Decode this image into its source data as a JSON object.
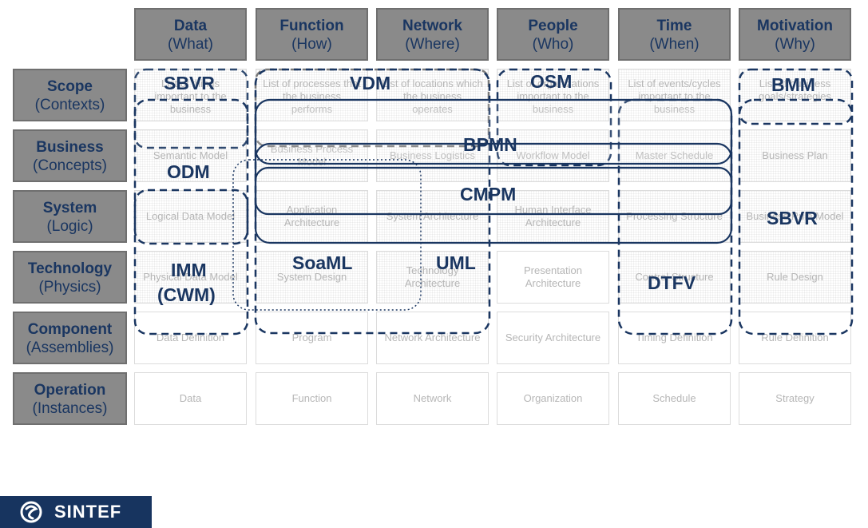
{
  "columns": [
    {
      "title": "Data",
      "sub": "(What)"
    },
    {
      "title": "Function",
      "sub": "(How)"
    },
    {
      "title": "Network",
      "sub": "(Where)"
    },
    {
      "title": "People",
      "sub": "(Who)"
    },
    {
      "title": "Time",
      "sub": "(When)"
    },
    {
      "title": "Motivation",
      "sub": "(Why)"
    }
  ],
  "rows": [
    {
      "title": "Scope",
      "sub": "(Contexts)"
    },
    {
      "title": "Business",
      "sub": "(Concepts)"
    },
    {
      "title": "System",
      "sub": "(Logic)"
    },
    {
      "title": "Technology",
      "sub": "(Physics)"
    },
    {
      "title": "Component",
      "sub": "(Assemblies)"
    },
    {
      "title": "Operation",
      "sub": "(Instances)"
    }
  ],
  "cells": {
    "scope": [
      "List of things important to the business",
      "List of processes that the business performs",
      "List of locations which the business operates",
      "List of organizations important to the business",
      "List of events/cycles important to the business",
      "List of business goals/strategies"
    ],
    "business": [
      "Semantic Model",
      "Business Process Model",
      "Business Logistics",
      "Workflow Model",
      "Master Schedule",
      "Business Plan"
    ],
    "system": [
      "Logical Data Model",
      "Application Architecture",
      "System Architecture",
      "Human Interface Architecture",
      "Processing Structure",
      "Business Rule Model"
    ],
    "technology": [
      "Physical Data Model",
      "System Design",
      "Technology Architecture",
      "Presentation Architecture",
      "Control Structure",
      "Rule Design"
    ],
    "component": [
      "Data Definition",
      "Program",
      "Network Architecture",
      "Security Architecture",
      "Timing Definition",
      "Rule Definition"
    ],
    "operation": [
      "Data",
      "Function",
      "Network",
      "Organization",
      "Schedule",
      "Strategy"
    ]
  },
  "standards": {
    "sbvr_top": "SBVR",
    "vdm": "VDM",
    "osm": "OSM",
    "bmm": "BMM",
    "bpmn": "BPMN",
    "odm": "ODM",
    "cmpm": "CMPM",
    "sbvr_right": "SBVR",
    "imm_line1": "IMM",
    "imm_line2": "(CWM)",
    "soaml": "SoaML",
    "uml": "UML",
    "dtfv": "DTFV"
  },
  "logo": {
    "text": "SINTEF"
  },
  "colors": {
    "navy": "#1a3661",
    "header_gray": "#8a8a8a",
    "logo_bg": "#17345f"
  }
}
